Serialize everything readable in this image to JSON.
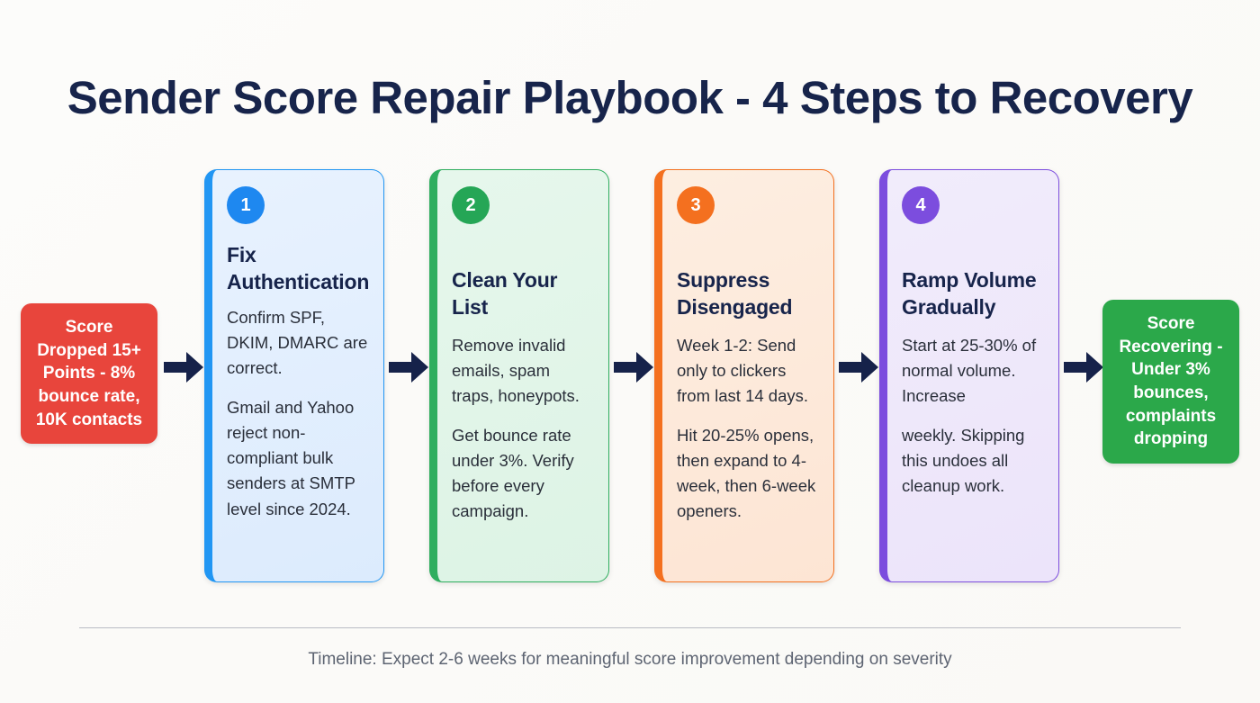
{
  "page": {
    "title": "Sender Score Repair Playbook - 4 Steps to Recovery",
    "background_color": "#fbfaf8",
    "title_color": "#17244b"
  },
  "start_state": {
    "label": "Score Dropped 15+ Points - 8% bounce rate, 10K contacts",
    "color": "#e8453c"
  },
  "end_state": {
    "label": "Score Recovering - Under 3% bounces, complaints dropping",
    "color": "#2ba84a"
  },
  "steps": [
    {
      "number": "1",
      "title": "Fix Authentication",
      "body1": "Confirm SPF, DKIM, DMARC are correct.",
      "body2": "Gmail and Yahoo reject non-compliant bulk senders at SMTP level since 2024.",
      "accent": "#1e88f0"
    },
    {
      "number": "2",
      "title": "Clean Your List",
      "body1": "Remove invalid emails, spam traps, honeypots.",
      "body2": "Get bounce rate under 3%. Verify before every campaign.",
      "accent": "#25a656"
    },
    {
      "number": "3",
      "title": "Suppress Disengaged",
      "body1": "Week 1-2: Send only to clickers from last 14 days.",
      "body2": "Hit 20-25% opens, then expand to 4-week, then 6-week openers.",
      "accent": "#f4701f"
    },
    {
      "number": "4",
      "title": "Ramp Volume Gradually",
      "body1": "Start at 25-30% of normal volume. Increase",
      "body2": "weekly. Skipping this undoes all cleanup work.",
      "accent": "#7c4dde"
    }
  ],
  "arrows": {
    "color": "#16224a",
    "icon": "arrow-right-icon",
    "count": 5
  },
  "footer": {
    "note": "Timeline: Expect 2-6 weeks for meaningful score improvement depending on severity"
  }
}
